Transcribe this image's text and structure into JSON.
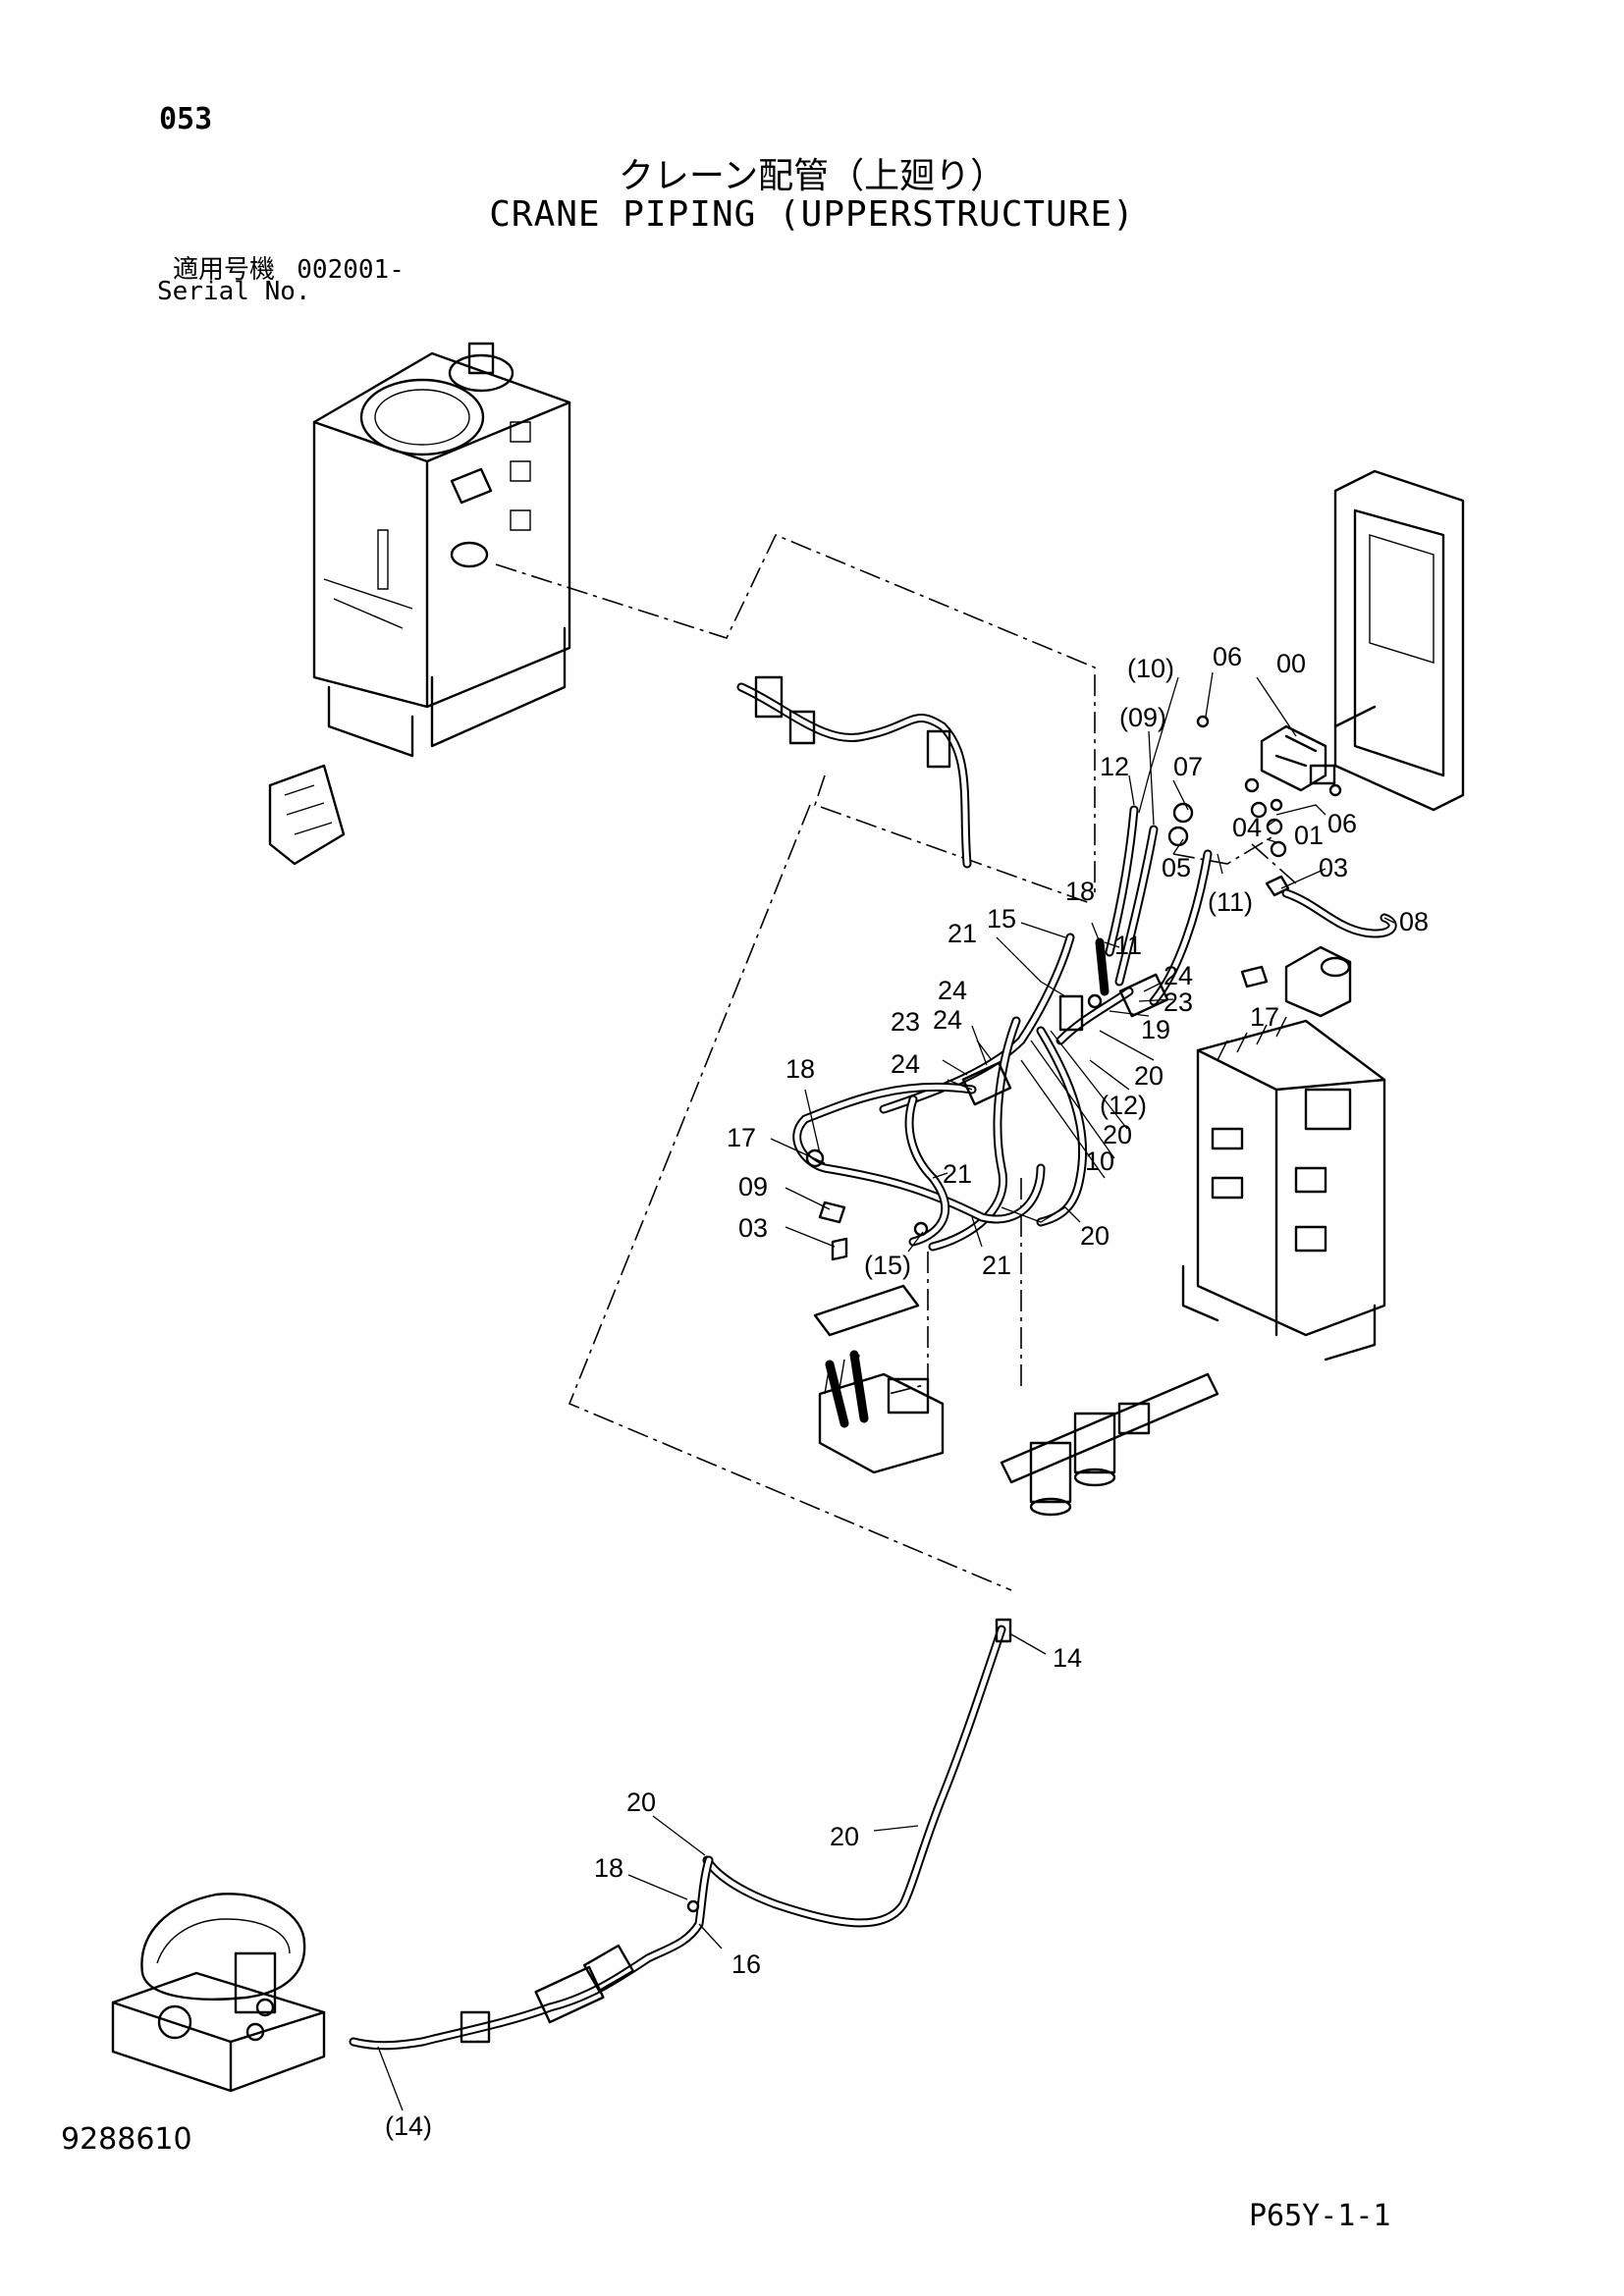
{
  "header": {
    "page_number": "053",
    "title_jp": "クレーン配管（上廻り）",
    "title_en": "CRANE PIPING (UPPERSTRUCTURE)",
    "serial_label_jp": "適用号機",
    "serial_value": "002001-",
    "serial_label_en": "Serial No."
  },
  "footer": {
    "document_number": "9288610",
    "page_code": "P65Y-1-1"
  },
  "callouts": [
    "00",
    "06",
    "(10)",
    "(09)",
    "12",
    "07",
    "04",
    "01",
    "06",
    "05",
    "03",
    "(11)",
    "08",
    "18",
    "15",
    "21",
    "11",
    "24",
    "23",
    "19",
    "17",
    "24",
    "23",
    "24",
    "24",
    "20",
    "(12)",
    "20",
    "10",
    "18",
    "17",
    "21",
    "09",
    "03",
    "(15)",
    "21",
    "20",
    "14",
    "20",
    "20",
    "18",
    "16",
    "(14)"
  ]
}
